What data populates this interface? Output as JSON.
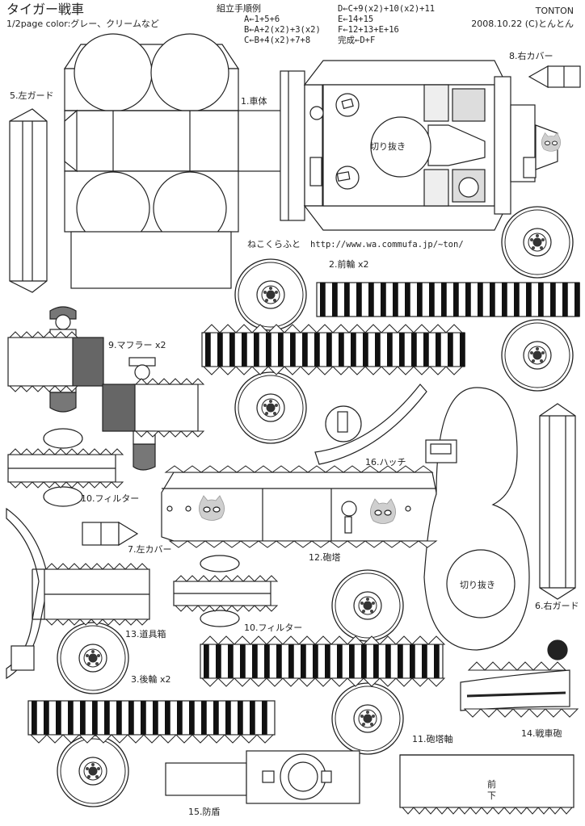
{
  "header": {
    "title": "タイガー戦車",
    "page_note": "1/2page color:グレー、クリームなど",
    "author": "TONTON",
    "date_credit": "2008.10.22 (C)とんとん"
  },
  "assembly": {
    "heading": "組立手順例",
    "steps_left": [
      "A←1+5+6",
      "B←A+2(x2)+3(x2)",
      "C←B+4(x2)+7+8"
    ],
    "steps_right": [
      "D←C+9(x2)+10(x2)+11",
      "E←14+15",
      "F←12+13+E+16",
      "完成←D+F"
    ]
  },
  "credit": {
    "site_name": "ねこくらふと",
    "url": "http://www.wa.commufa.jp/~ton/"
  },
  "parts": {
    "p1": "1.車体",
    "p2": "2.前輪 x2",
    "p3": "3.後輪 x2",
    "p5": "5.左ガード",
    "p6": "6.右ガード",
    "p7": "7.左カバー",
    "p8": "8.右カバー",
    "p9": "9.マフラー x2",
    "p10a": "10.フィルター",
    "p10b": "10.フィルター",
    "p11": "11.砲塔軸",
    "p12": "12.砲塔",
    "p13": "13.道具箱",
    "p14": "14.戦車砲",
    "p15": "15.防盾",
    "p16": "16.ハッチ"
  },
  "notes": {
    "cutout_a": "切り抜き",
    "cutout_b": "切り抜き",
    "front": "前",
    "bottom": "下"
  }
}
